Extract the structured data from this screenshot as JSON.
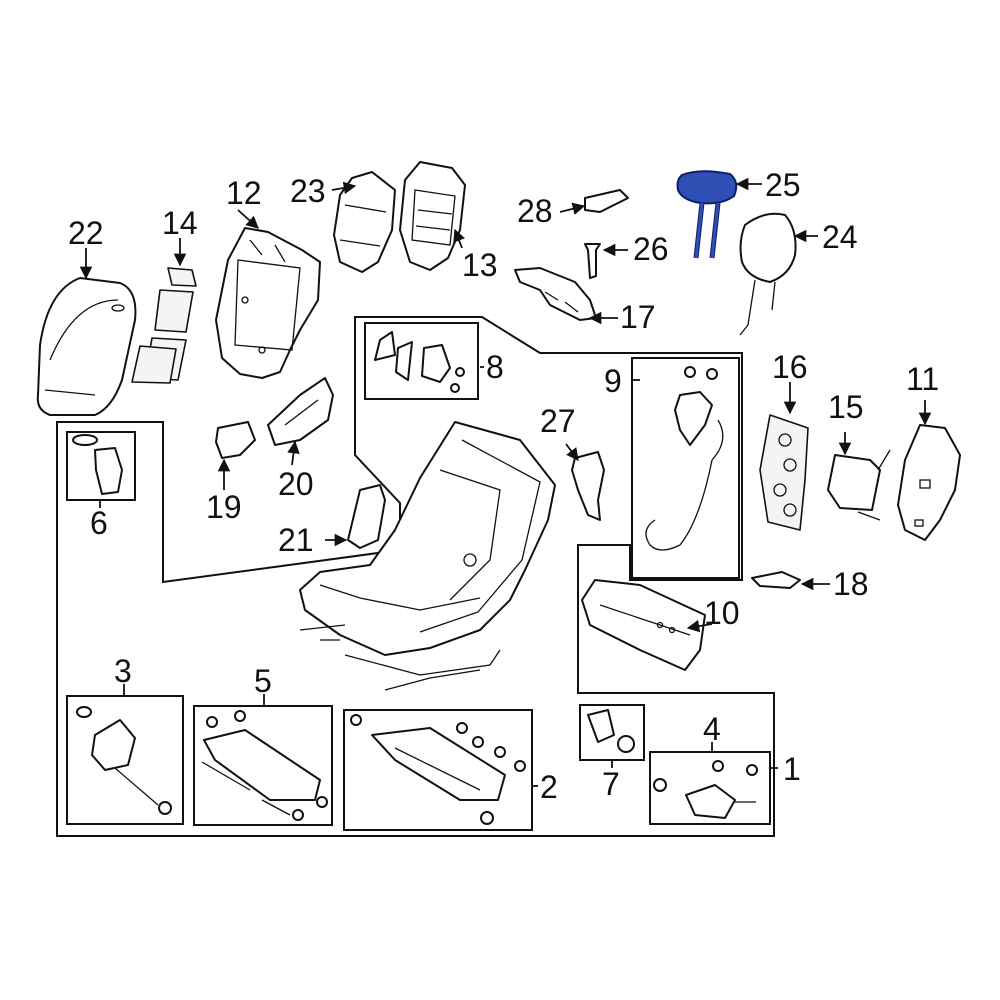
{
  "diagram": {
    "highlight_color": "#2f4fb5",
    "highlighted_part": "25",
    "callouts": {
      "c1": "1",
      "c2": "2",
      "c3": "3",
      "c4": "4",
      "c5": "5",
      "c6": "6",
      "c7": "7",
      "c8": "8",
      "c9": "9",
      "c10": "10",
      "c11": "11",
      "c12": "12",
      "c13": "13",
      "c14": "14",
      "c15": "15",
      "c16": "16",
      "c17": "17",
      "c18": "18",
      "c19": "19",
      "c20": "20",
      "c21": "21",
      "c22": "22",
      "c23": "23",
      "c24": "24",
      "c25": "25",
      "c26": "26",
      "c27": "27",
      "c28": "28"
    }
  }
}
